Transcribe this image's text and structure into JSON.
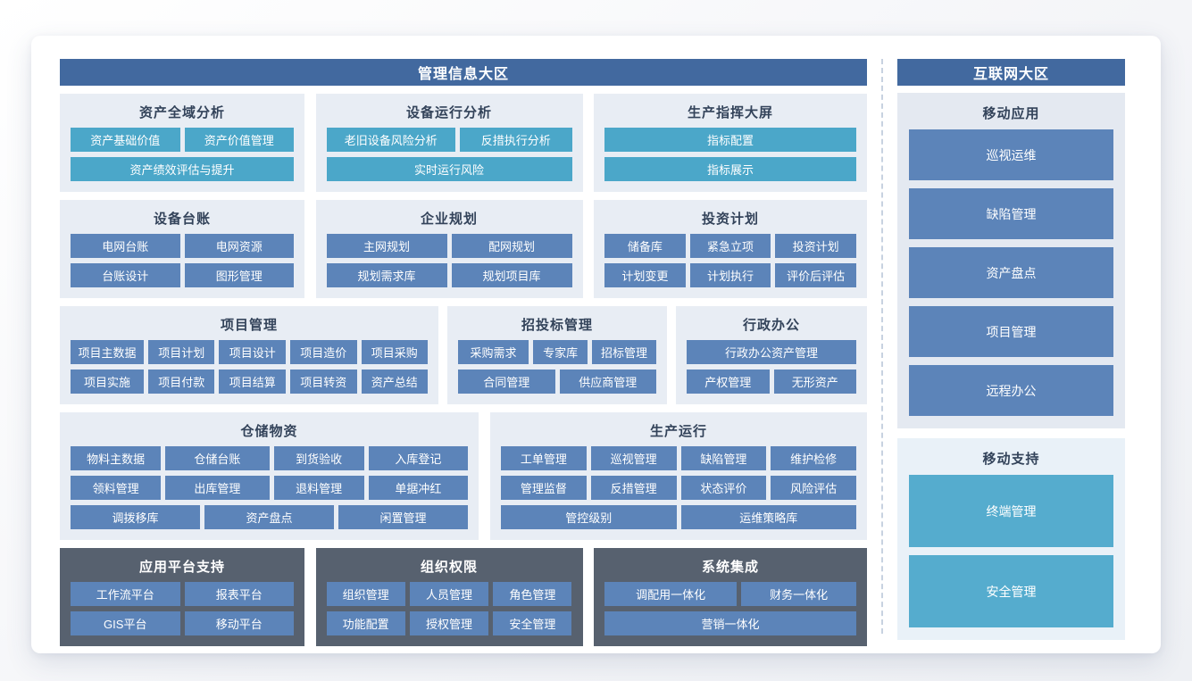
{
  "colors": {
    "zone_header_bg": "#42699F",
    "panel_bg": "#E8EDF4",
    "dark_panel_bg": "#57616F",
    "blue_tile": "#5C84B9",
    "teal_tile": "#4BA7C9",
    "support_teal_tile": "#55ACCE",
    "title_text": "#33435A"
  },
  "left": {
    "header": "管理信息大区",
    "row1": [
      {
        "title": "资产全域分析",
        "rows": [
          [
            "资产基础价值",
            "资产价值管理"
          ],
          [
            "资产绩效评估与提升"
          ]
        ]
      },
      {
        "title": "设备运行分析",
        "rows": [
          [
            "老旧设备风险分析",
            "反措执行分析"
          ],
          [
            "实时运行风险"
          ]
        ]
      },
      {
        "title": "生产指挥大屏",
        "rows": [
          [
            "指标配置"
          ],
          [
            "指标展示"
          ]
        ]
      }
    ],
    "row2": [
      {
        "title": "设备台账",
        "rows": [
          [
            "电网台账",
            "电网资源"
          ],
          [
            "台账设计",
            "图形管理"
          ]
        ]
      },
      {
        "title": "企业规划",
        "rows": [
          [
            "主网规划",
            "配网规划"
          ],
          [
            "规划需求库",
            "规划项目库"
          ]
        ]
      },
      {
        "title": "投资计划",
        "rows": [
          [
            "储备库",
            "紧急立项",
            "投资计划"
          ],
          [
            "计划变更",
            "计划执行",
            "评价后评估"
          ]
        ]
      }
    ],
    "row3": [
      {
        "title": "项目管理",
        "rows": [
          [
            "项目主数据",
            "项目计划",
            "项目设计",
            "项目造价",
            "项目采购"
          ],
          [
            "项目实施",
            "项目付款",
            "项目结算",
            "项目转资",
            "资产总结"
          ]
        ]
      },
      {
        "title": "招投标管理",
        "rows": [
          [
            "采购需求",
            "专家库",
            "招标管理"
          ],
          [
            "合同管理",
            "供应商管理"
          ]
        ]
      },
      {
        "title": "行政办公",
        "rows": [
          [
            "行政办公资产管理"
          ],
          [
            "产权管理",
            "无形资产"
          ]
        ]
      }
    ],
    "row4": [
      {
        "title": "仓储物资",
        "rows": [
          [
            "物料主数据",
            "仓储台账",
            "到货验收",
            "入库登记"
          ],
          [
            "领料管理",
            "出库管理",
            "退料管理",
            "单据冲红"
          ],
          [
            "调拨移库",
            "资产盘点",
            "闲置管理"
          ]
        ]
      },
      {
        "title": "生产运行",
        "rows": [
          [
            "工单管理",
            "巡视管理",
            "缺陷管理",
            "维护检修"
          ],
          [
            "管理监督",
            "反措管理",
            "状态评价",
            "风险评估"
          ],
          [
            "管控级别",
            "运维策略库"
          ]
        ]
      }
    ],
    "row5": [
      {
        "title": "应用平台支持",
        "rows": [
          [
            "工作流平台",
            "报表平台"
          ],
          [
            "GIS平台",
            "移动平台"
          ]
        ]
      },
      {
        "title": "组织权限",
        "rows": [
          [
            "组织管理",
            "人员管理",
            "角色管理"
          ],
          [
            "功能配置",
            "授权管理",
            "安全管理"
          ]
        ]
      },
      {
        "title": "系统集成",
        "rows": [
          [
            "调配用一体化",
            "财务一体化"
          ],
          [
            "营销一体化"
          ]
        ]
      }
    ]
  },
  "right": {
    "header": "互联网大区",
    "mobile_apps": {
      "title": "移动应用",
      "buttons": [
        "巡视运维",
        "缺陷管理",
        "资产盘点",
        "项目管理",
        "远程办公"
      ]
    },
    "mobile_support": {
      "title": "移动支持",
      "buttons": [
        "终端管理",
        "安全管理"
      ]
    }
  }
}
